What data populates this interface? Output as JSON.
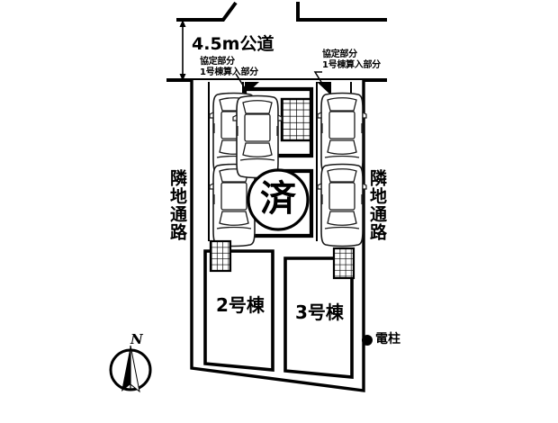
{
  "figure": {
    "kind": "site-plan",
    "title_text_visible": false,
    "background_color": "#ffffff",
    "ink_color": "#000000"
  },
  "road": {
    "label": "4.5m公道",
    "dimension_arrow": "vertical-double-arrow"
  },
  "annotations": [
    {
      "id": "left-agreement",
      "line1": "協定部分",
      "line2": "1号棟算入部分"
    },
    {
      "id": "right-agreement",
      "line1": "協定部分",
      "line2": "1号棟算入部分"
    }
  ],
  "side_labels": {
    "left": "隣地通路",
    "right": "隣地通路"
  },
  "buildings": [
    {
      "id": "building-1",
      "label": "済",
      "label_kind": "stamp",
      "position": "center"
    },
    {
      "id": "building-2",
      "label": "2号棟",
      "position": "lower-left"
    },
    {
      "id": "building-3",
      "label": "3号棟",
      "position": "lower-right"
    }
  ],
  "legend": {
    "utility_pole": {
      "marker": "●",
      "label": "電柱"
    }
  },
  "compass": {
    "north_label": "N"
  },
  "parking": {
    "car_count": 5,
    "columns": [
      {
        "id": "left-column",
        "cars": 2
      },
      {
        "id": "center-column",
        "cars": 1
      },
      {
        "id": "right-column",
        "cars": 2
      }
    ]
  }
}
